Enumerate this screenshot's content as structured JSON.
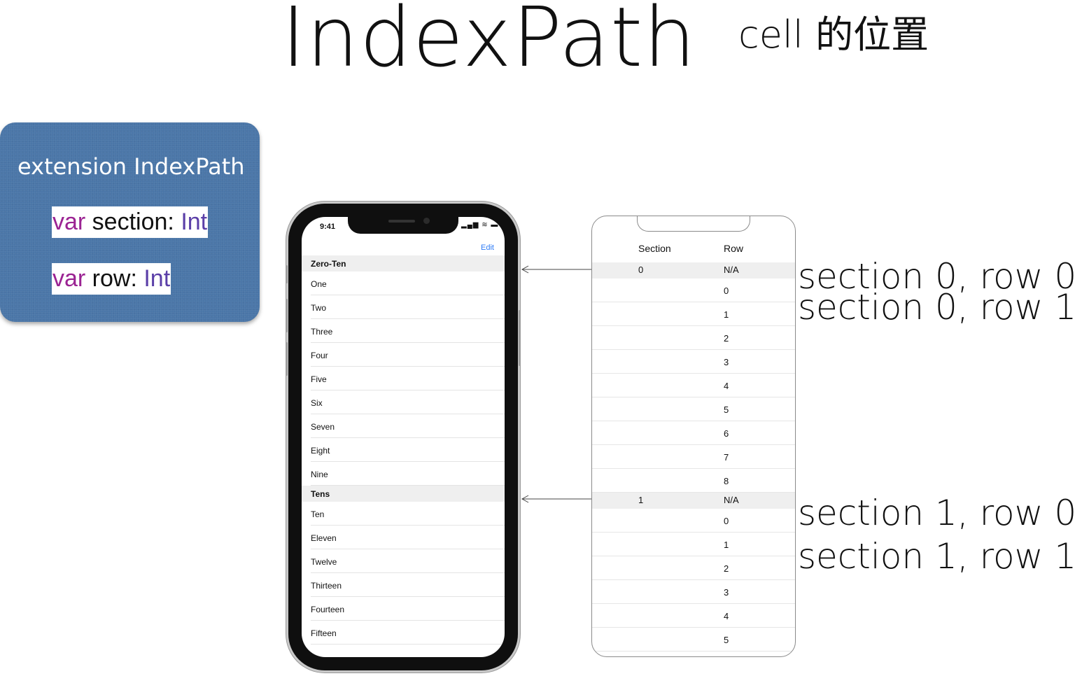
{
  "title": "IndexPath",
  "subtitle": "cell 的位置",
  "code": {
    "heading": "extension IndexPath",
    "lines": [
      {
        "keyword": "var",
        "name": " section: ",
        "type": "Int"
      },
      {
        "keyword": "var",
        "name": " row: ",
        "type": "Int"
      }
    ]
  },
  "phone": {
    "time": "9:41",
    "status_icons": "▂▄▆ ≋ ▬",
    "edit_label": "Edit",
    "sections": [
      {
        "header": "Zero-Ten",
        "rows": [
          "One",
          "Two",
          "Three",
          "Four",
          "Five",
          "Six",
          "Seven",
          "Eight",
          "Nine"
        ]
      },
      {
        "header": "Tens",
        "rows": [
          "Ten",
          "Eleven",
          "Twelve",
          "Thirteen",
          "Fourteen",
          "Fifteen"
        ]
      }
    ]
  },
  "table": {
    "col_section": "Section",
    "col_row": "Row",
    "sections": [
      {
        "section": "0",
        "header_row": "N/A",
        "rows": [
          "0",
          "1",
          "2",
          "3",
          "4",
          "5",
          "6",
          "7",
          "8"
        ]
      },
      {
        "section": "1",
        "header_row": "N/A",
        "rows": [
          "0",
          "1",
          "2",
          "3",
          "4",
          "5"
        ]
      }
    ]
  },
  "annotations": [
    "section 0, row 0",
    "section 0, row 1",
    "section 1, row 0",
    "section 1, row 1"
  ]
}
